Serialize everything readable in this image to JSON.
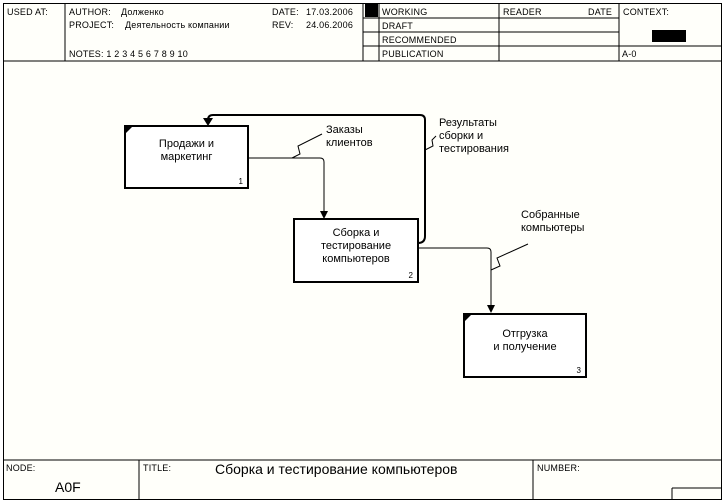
{
  "header": {
    "used_at": "USED AT:",
    "author_label": "AUTHOR:",
    "author_value": "Долженко",
    "project_label": "PROJECT:",
    "project_value": "Деятельность компании",
    "date_label": "DATE:",
    "date_value": "17.03.2006",
    "rev_label": "REV:",
    "rev_value": "24.06.2006",
    "notes": "NOTES:  1  2  3  4  5  6  7  8  9  10",
    "status": [
      "WORKING",
      "DRAFT",
      "RECOMMENDED",
      "PUBLICATION"
    ],
    "reader": "READER",
    "date": "DATE",
    "context": "CONTEXT:",
    "node_id": "A-0"
  },
  "diagram": {
    "boxes": [
      {
        "label": "Продажи и\nмаркетинг",
        "number": "1"
      },
      {
        "label": "Сборка и\nтестирование\nкомпьютеров",
        "number": "2"
      },
      {
        "label": "Отгрузка\nи получение",
        "number": "3"
      }
    ],
    "arrows": [
      {
        "label": "Заказы\nклиентов"
      },
      {
        "label": "Результаты\nсборки и\nтестирования"
      },
      {
        "label": "Собранные\nкомпьютеры"
      }
    ]
  },
  "footer": {
    "node_label": "NODE:",
    "node_value": "A0F",
    "title_label": "TITLE:",
    "title_value": "Сборка и тестирование компьютеров",
    "number_label": "NUMBER:"
  }
}
